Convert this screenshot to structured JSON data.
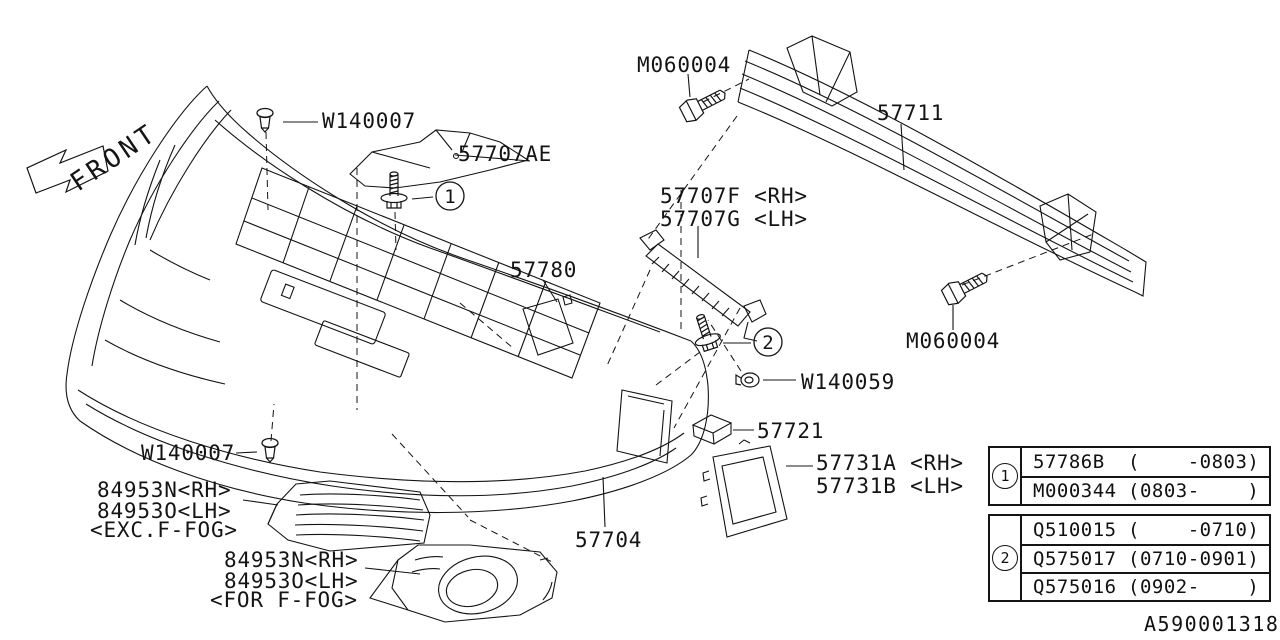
{
  "diagram": {
    "front_label": "FRONT",
    "drawing_number": "A590001318"
  },
  "callouts": {
    "one": "1",
    "two": "2"
  },
  "labels": {
    "w140007": "W140007",
    "p57707ae": "57707AE",
    "m060004": "M060004",
    "p57711": "57711",
    "p57707f": "57707F <RH>",
    "p57707g": "57707G <LH>",
    "p57780": "57780",
    "w140059": "W140059",
    "p57721": "57721",
    "p57731a": "57731A <RH>",
    "p57731b": "57731B <LH>",
    "p57704": "57704",
    "grille_rh": "84953N<RH>",
    "grille_lh": "84953O<LH>",
    "exc_fog": "<EXC.F-FOG>",
    "for_fog": "<FOR F-FOG>"
  },
  "tables": [
    {
      "callout": "1",
      "rows": [
        {
          "part": "57786B",
          "range": "(    -0803)"
        },
        {
          "part": "M000344",
          "range": "(0803-    )"
        }
      ]
    },
    {
      "callout": "2",
      "rows": [
        {
          "part": "Q510015",
          "range": "(    -0710)"
        },
        {
          "part": "Q575017",
          "range": "(0710-0901)"
        },
        {
          "part": "Q575016",
          "range": "(0902-    )"
        }
      ]
    }
  ]
}
